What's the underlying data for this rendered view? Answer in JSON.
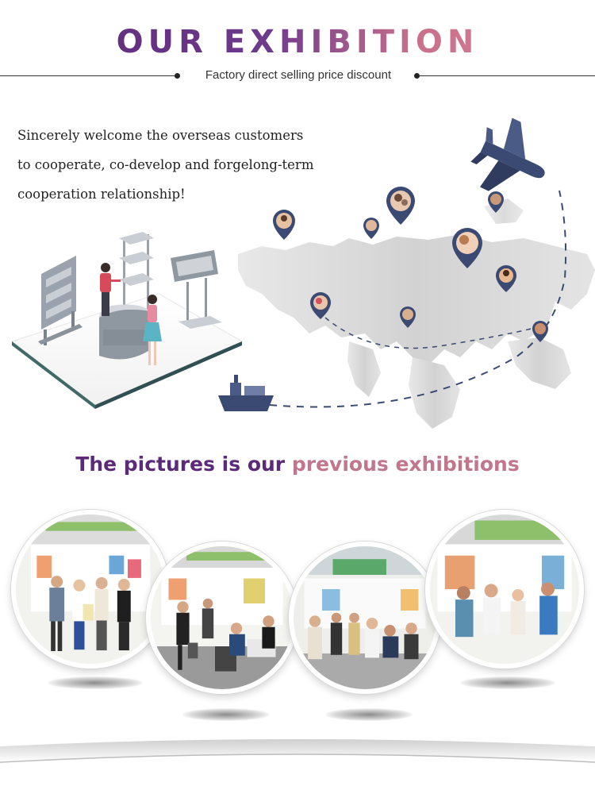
{
  "header": {
    "title": "OUR EXHIBITION",
    "subtitle": "Factory direct selling price discount"
  },
  "intro": {
    "line1": "Sincerely welcome the overseas customers",
    "line2": "to cooperate, co-develop and forgelong-term",
    "line3": "cooperation relationship!"
  },
  "gallery": {
    "heading_part1": "The pictures is our ",
    "heading_part2": "previous exhibitions"
  },
  "icons": {
    "airplane": "airplane-icon",
    "ship": "cargo-ship-icon",
    "pin": "location-pin-icon"
  },
  "colors": {
    "title_start": "#5b2a78",
    "title_end": "#d98496",
    "navy": "#3b4a72",
    "map_gray": "#d6d6d6"
  }
}
